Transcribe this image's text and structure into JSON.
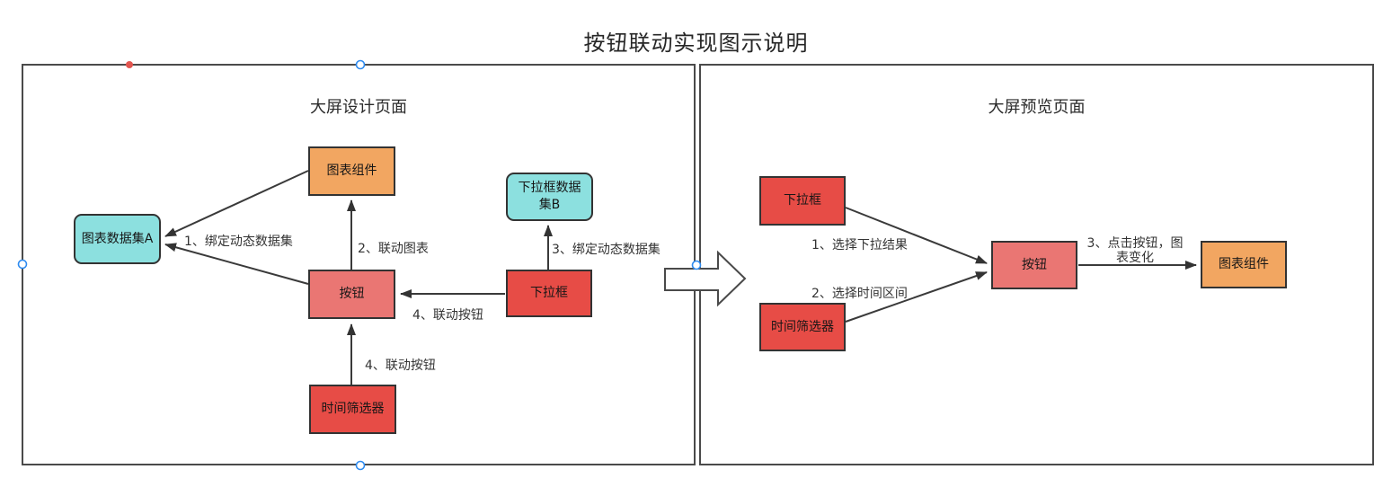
{
  "title": "按钮联动实现图示说明",
  "colors": {
    "node_red": "#E74C46",
    "node_salmon": "#EA7673",
    "node_orange": "#F2A661",
    "node_cyan": "#8CE0DF",
    "node_border": "#333333",
    "panel_border": "#4a4a4a",
    "connector": "#3a3a3a",
    "handle_blue": "#2E8BF0",
    "handle_red": "#E25650"
  },
  "panels": {
    "design": {
      "title": "大屏设计页面",
      "nodes": {
        "chart_component": {
          "label": "图表组件"
        },
        "chart_dataset_a": {
          "label": "图表数据集A"
        },
        "dropdown_dataset_b": {
          "label": "下拉框数据集B"
        },
        "button": {
          "label": "按钮"
        },
        "dropdown": {
          "label": "下拉框"
        },
        "time_filter": {
          "label": "时间筛选器"
        }
      },
      "edges": {
        "bind_dataset_a": "1、绑定动态数据集",
        "link_chart": "2、联动图表",
        "bind_dataset_b": "3、绑定动态数据集",
        "link_button_from_dropdown": "4、联动按钮",
        "link_button_from_time_filter": "4、联动按钮"
      }
    },
    "preview": {
      "title": "大屏预览页面",
      "nodes": {
        "dropdown": {
          "label": "下拉框"
        },
        "time_filter": {
          "label": "时间筛选器"
        },
        "button": {
          "label": "按钮"
        },
        "chart_component": {
          "label": "图表组件"
        }
      },
      "edges": {
        "select_dropdown_result": "1、选择下拉结果",
        "select_time_range": "2、选择时间区间",
        "click_button_chart_change": "3、点击按钮，图表变化"
      }
    }
  }
}
